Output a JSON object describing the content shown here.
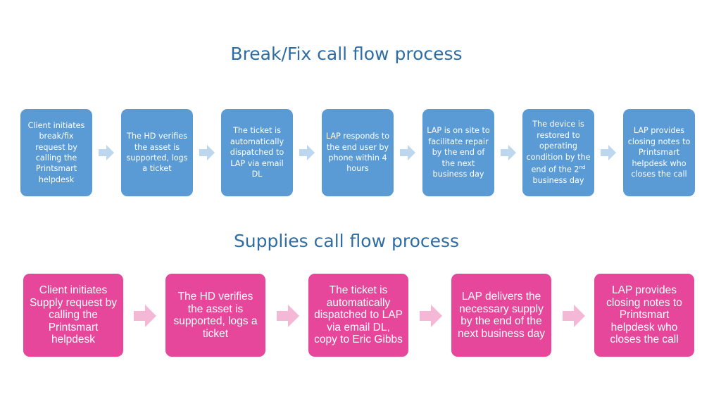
{
  "breakfix": {
    "title": "Break/Fix call flow process",
    "steps": [
      "Client initiates break/fix request by calling the Printsmart helpdesk",
      "The HD verifies the asset is supported, logs a ticket",
      "The ticket is automatically dispatched to LAP via email DL",
      "LAP responds to the end user by phone within 4 hours",
      "LAP is on site to facilitate repair by the end of the next business day",
      "The device is restored to operating condition by the end of the 2nd business day",
      "LAP provides closing notes to Printsmart helpdesk who closes the call"
    ]
  },
  "supplies": {
    "title": "Supplies call flow process",
    "steps": [
      "Client initiates Supply request by calling the Printsmart helpdesk",
      "The HD verifies the asset is supported, logs a ticket",
      "The ticket is automatically dispatched to LAP via email DL, copy to Eric Gibbs",
      "LAP delivers the necessary supply by the end of the next business day",
      "LAP provides closing notes to Printsmart helpdesk who closes the call"
    ]
  },
  "colors": {
    "title": "#2e6da4",
    "breakfix_box": "#5b9bd5",
    "breakfix_arrow": "#bdd7ee",
    "supplies_box": "#e6479b",
    "supplies_arrow": "#f5b7d6"
  }
}
